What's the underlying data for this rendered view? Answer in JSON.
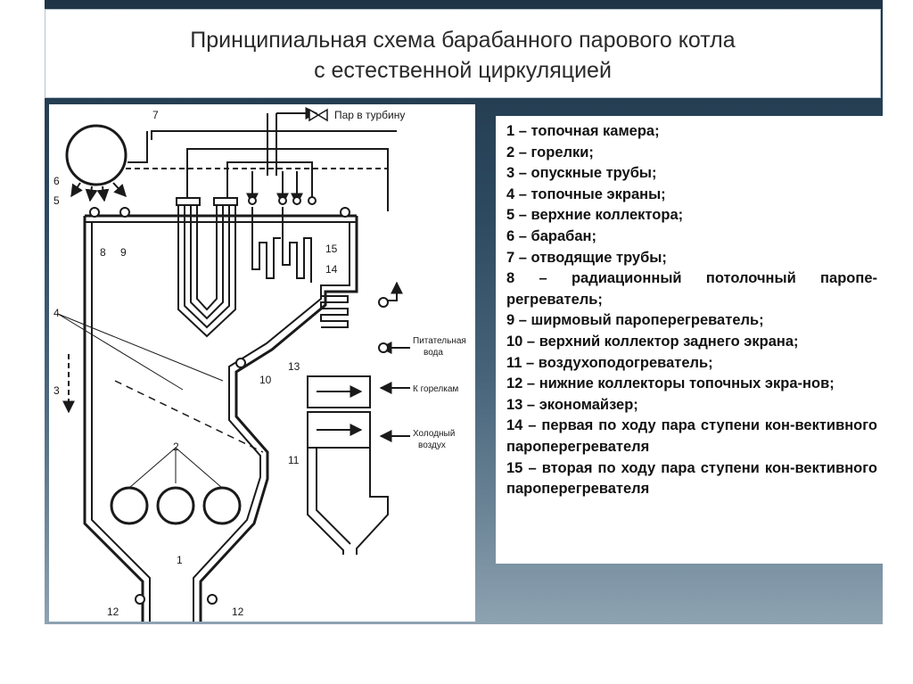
{
  "title": {
    "line1": "Принципиальная схема барабанного парового котла",
    "line2": "с естественной циркуляцией"
  },
  "diagram": {
    "labels": {
      "steam_to_turbine": "Пар в турбину",
      "feed_water": [
        "Питательная",
        "вода"
      ],
      "to_burners": "К горелкам",
      "cold_air": [
        "Холодный",
        "воздух"
      ]
    },
    "numbers": [
      "1",
      "2",
      "3",
      "4",
      "5",
      "6",
      "7",
      "8",
      "9",
      "10",
      "11",
      "12",
      "12",
      "13",
      "14",
      "15"
    ]
  },
  "legend": [
    "1 – топочная камера;",
    "2 – горелки;",
    "3 – опускные трубы;",
    "4 – топочные экраны;",
    "5 – верхние коллектора;",
    "6 – барабан;",
    "7 – отводящие трубы;",
    "8 – радиационный потолочный паропе-регреватель;",
    "9 – ширмовый пароперегреватель;",
    "10 – верхний коллектор заднего экрана;",
    "11 – воздухоподогреватель;",
    "12 – нижние коллекторы топочных экра-нов;",
    "13 – экономайзер;",
    "14 – первая по ходу пара ступени кон-вективного пароперегревателя",
    "15 – вторая по ходу пара ступени кон-вективного пароперегревателя"
  ],
  "colors": {
    "background_dark": "#1f3446",
    "line": "#1a1a1a",
    "text": "#111111"
  }
}
